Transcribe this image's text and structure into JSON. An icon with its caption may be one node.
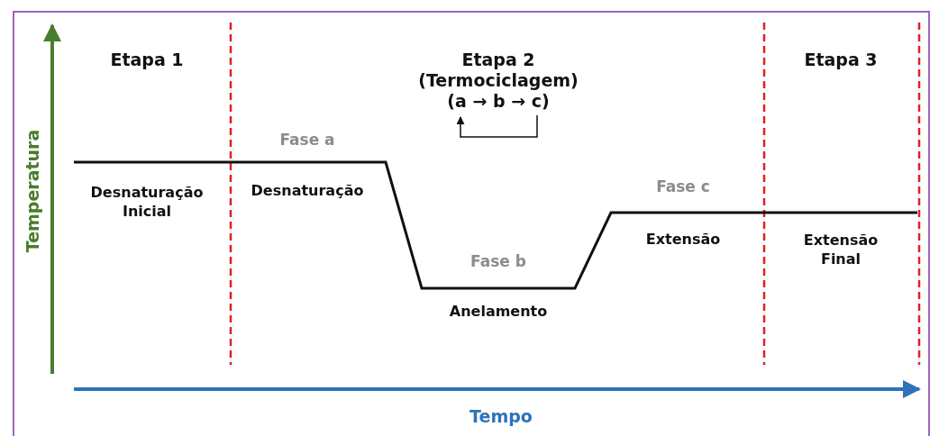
{
  "diagram": {
    "labels": [
      "Etapa 1",
      "Etapa 2",
      "(Termociclagem)",
      "(a → b → c)",
      "Etapa 3",
      "Temperatura",
      "Fase a",
      "Desnaturação Inicial",
      "Desnaturação",
      "Fase c",
      "Fase b",
      "Extensão",
      "Extensão Final",
      "Anelamento",
      "Tempo"
    ]
  }
}
